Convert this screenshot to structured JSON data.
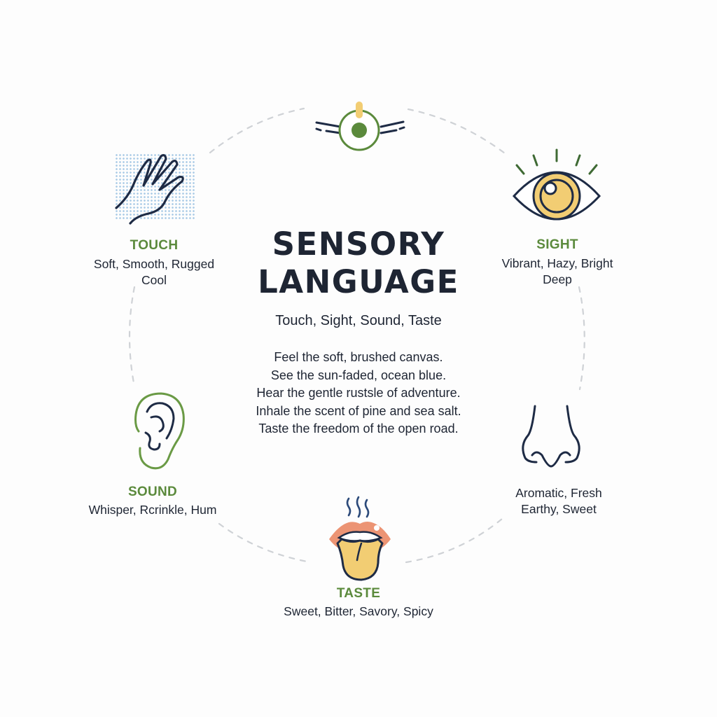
{
  "title": {
    "line1": "SENSORY",
    "line2": "LANGUAGE"
  },
  "subtitle": "Touch, Sight, Sound, Taste",
  "body_lines": [
    "Feel the soft, brushed canvas.",
    "See the sun-faded, ocean blue.",
    "Hear the gentle rustsle of adventure.",
    "Inhale the scent of pine and sea salt.",
    "Taste the freedom of the open road."
  ],
  "senses": {
    "top": {
      "icon": "ear-ring-sound-wave-icon"
    },
    "touch": {
      "label": "TOUCH",
      "words_line1": "Soft, Smooth, Rugged",
      "words_line2": "Cool",
      "icon": "hand-icon"
    },
    "sight": {
      "label": "SIGHT",
      "words_line1": "Vibrant, Hazy, Bright",
      "words_line2": "Deep",
      "icon": "eye-icon"
    },
    "sound": {
      "label": "SOUND",
      "words_line1": "Whisper, Rcrinkle, Hum",
      "icon": "ear-icon"
    },
    "smell": {
      "words_line1": "Aromatic, Fresh",
      "words_line2": "Earthy, Sweet",
      "icon": "nose-icon"
    },
    "taste": {
      "label": "TASTE",
      "words_line1": "Sweet, Bitter, Savory, Spicy",
      "icon": "tongue-icon"
    }
  },
  "colors": {
    "navy": "#1e2b45",
    "green": "#5b8a3c",
    "yellow": "#f2cd73",
    "coral": "#ec9474",
    "light_blue_dots": "#a9cbe6",
    "dash_gray": "#cfd2d6",
    "text": "#1e2533"
  }
}
